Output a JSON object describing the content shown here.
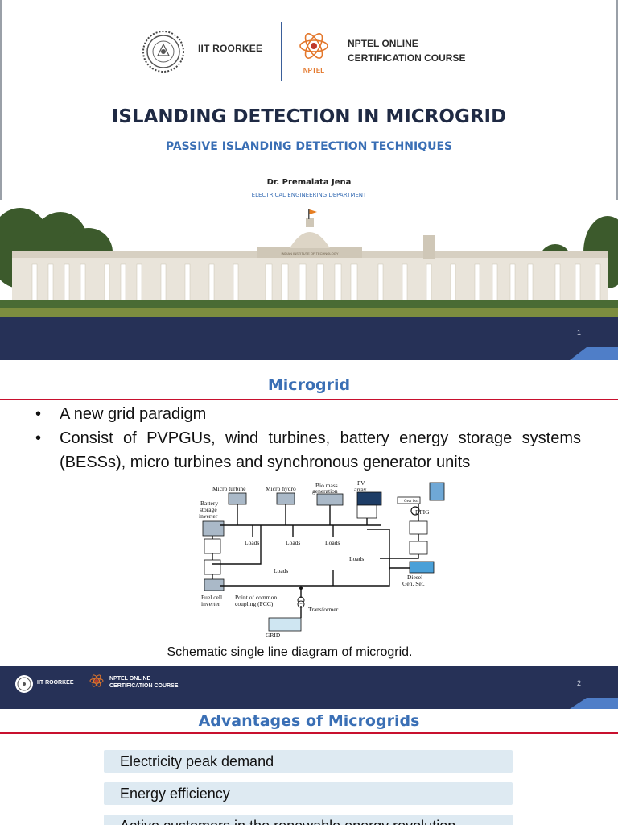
{
  "slide1": {
    "institute": "IIT ROORKEE",
    "nptel_line1": "NPTEL ONLINE",
    "nptel_line2": "CERTIFICATION COURSE",
    "nptel_logo_text": "NPTEL",
    "title": "ISLANDING DETECTION IN MICROGRID",
    "subtitle": "PASSIVE ISLANDING DETECTION TECHNIQUES",
    "author": "Dr. Premalata Jena",
    "department": "ELECTRICAL ENGINEERING DEPARTMENT",
    "building_sign": "INDIAN INSTITUTE OF TECHNOLOGY",
    "page": "1"
  },
  "slide2": {
    "title": "Microgrid",
    "bullets": [
      "A new grid paradigm",
      "Consist of  PVPGUs, wind turbines, battery energy storage systems (BESSs), micro turbines and synchronous generator units"
    ],
    "diagram": {
      "labels": {
        "micro_turbine": "Micro turbine",
        "micro_hydro": "Micro hydro",
        "bio_mass_1": "Bio mass",
        "bio_mass_2": "generation",
        "pv_1": "PV",
        "pv_2": "array",
        "gear_box": "Gear box",
        "dfig": "DFIG",
        "battery_1": "Battery",
        "battery_2": "storage",
        "battery_3": "inverter",
        "loads_1": "Loads",
        "loads_2": "Loads",
        "loads_3": "Loads",
        "loads_4": "Loads",
        "loads_5": "Loads",
        "diesel_1": "Diesel",
        "diesel_2": "Gen. Set.",
        "fuel_cell_1": "Fuel cell",
        "fuel_cell_2": "inverter",
        "pcc_1": "Point of common",
        "pcc_2": "coupling (PCC)",
        "transformer": "Transformer",
        "grid": "GRID"
      }
    },
    "caption": "Schematic single line diagram of microgrid.",
    "footer": {
      "institute": "IIT ROORKEE",
      "nptel_line1": "NPTEL ONLINE",
      "nptel_line2": "CERTIFICATION COURSE"
    },
    "page": "2"
  },
  "slide3": {
    "title": "Advantages of Microgrids",
    "items": [
      "Electricity peak demand",
      "Energy efficiency",
      "Active customers in the renewable energy revolution"
    ]
  },
  "colors": {
    "navy": "#263157",
    "accent_blue": "#3a6fb5",
    "red_rule": "#c8102e",
    "box_fill": "#deeaf2"
  }
}
